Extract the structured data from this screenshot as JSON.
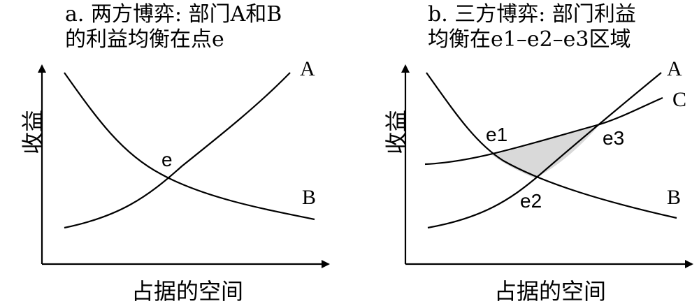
{
  "panel_a": {
    "title_line1": "a. 两方博弈: 部门A和B",
    "title_line2": "的利益均衡在点e",
    "y_label": "收益",
    "x_label": "占据的空间",
    "curve_a_label": "A",
    "curve_b_label": "B",
    "point_e_label": "e"
  },
  "panel_b": {
    "title_line1": "b. 三方博弈: 部门利益",
    "title_line2": "均衡在e1–e2–e3区域",
    "y_label": "收益",
    "x_label": "占据的空间",
    "curve_a_label": "A",
    "curve_b_label": "B",
    "curve_c_label": "C",
    "point_e1_label": "e1",
    "point_e2_label": "e2",
    "point_e3_label": "e3"
  },
  "colors": {
    "ink": "#000000",
    "equilibrium_region": "#d9d9d9",
    "background": "#ffffff"
  }
}
